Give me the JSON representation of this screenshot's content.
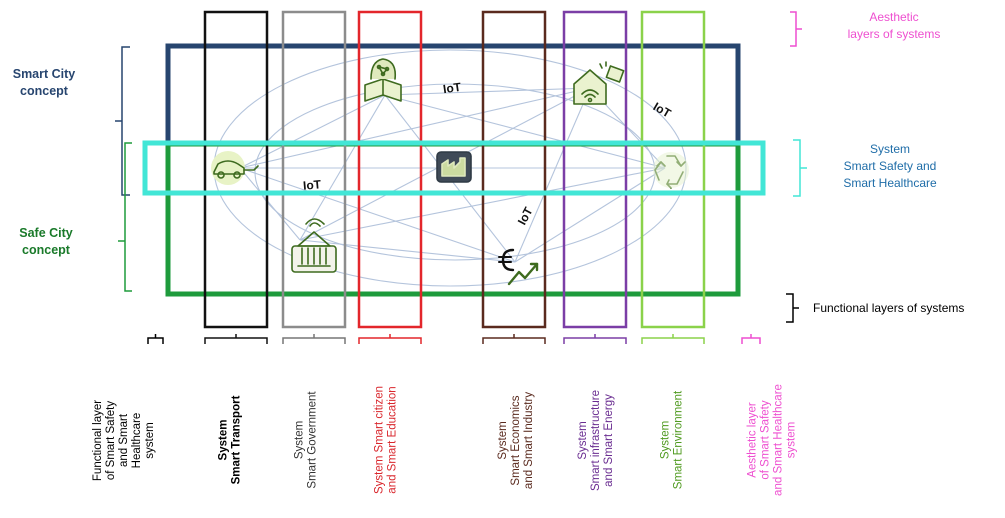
{
  "left_labels": {
    "smart_city": [
      "Smart City",
      "concept"
    ],
    "safe_city": [
      "Safe City",
      "concept"
    ]
  },
  "right_labels": {
    "aesthetic": [
      "Aesthetic",
      "layers of systems"
    ],
    "safety": [
      "System",
      "Smart Safety  and",
      "Smart Healthcare"
    ],
    "functional": "Functional layers of systems"
  },
  "iot_label": "IoT",
  "columns": [
    {
      "lines": [
        "Functional layer",
        "of Smart Safety",
        "and Smart",
        "Healthcare",
        "system"
      ],
      "color": "#000000",
      "bold": false
    },
    {
      "lines": [
        "System",
        "Smart Transport"
      ],
      "color": "#000000",
      "bold": true
    },
    {
      "lines": [
        "System",
        "Smart Government"
      ],
      "color": "#333333",
      "bold": false
    },
    {
      "lines": [
        "System Smart citizen",
        "and Smart Education"
      ],
      "color": "#d9262c",
      "bold": false
    },
    {
      "lines": [
        "System",
        "Smart Economics",
        "and Smart Industry"
      ],
      "color": "#5a2a1e",
      "bold": false
    },
    {
      "lines": [
        "System",
        "Smart infrastructure",
        "and Smart Energy"
      ],
      "color": "#6a2d91",
      "bold": false
    },
    {
      "lines": [
        "System",
        "Smart Environment"
      ],
      "color": "#4f9a1f",
      "bold": false
    },
    {
      "lines": [
        "Aesthetic layer",
        "of Smart Safety",
        "and Smart Healthcare",
        "system"
      ],
      "color": "#ee4fd0",
      "bold": false
    }
  ],
  "colors": {
    "smart_city": "#27456f",
    "safe_city": "#1e9b3c",
    "safety_band": "#42e6d6",
    "transport": "#111111",
    "government": "#8c8c8c",
    "citizen": "#e3262b",
    "economics": "#5a2a1e",
    "infrastructure": "#7b3ea6",
    "environment": "#8bd24a",
    "aesthetic": "#ee4fd0",
    "network": "#b4c4dc",
    "icon": "#3e6b1f"
  },
  "icons": [
    "transport-car-icon",
    "government-bank-icon",
    "education-book-icon",
    "industry-factory-icon",
    "economics-euro-icon",
    "infrastructure-house-icon",
    "environment-recycle-icon"
  ]
}
